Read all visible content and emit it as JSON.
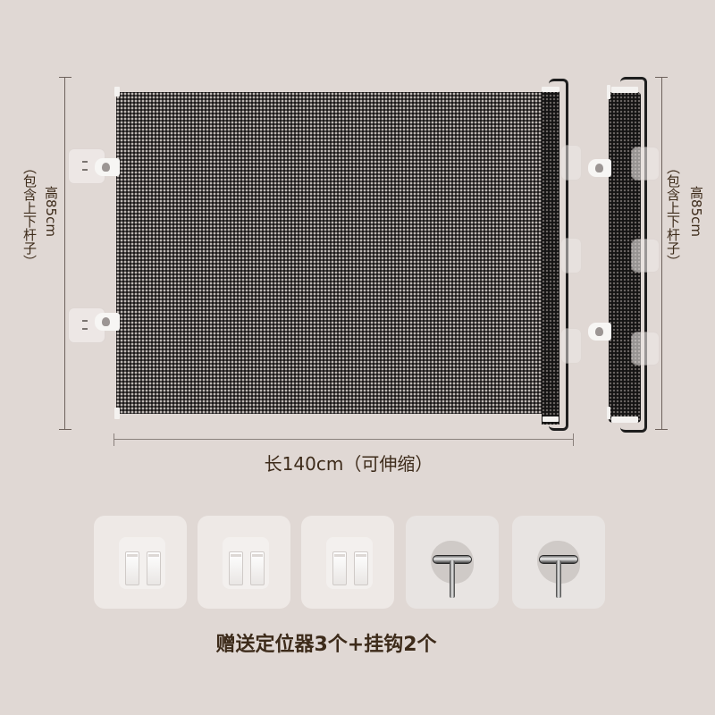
{
  "product": {
    "height_label_left": "高85cm（包含上下杆子）",
    "height_main_left": "高85cm",
    "height_note_left": "（包含上下杆子）",
    "height_main_right": "高85cm",
    "height_note_right": "（包含上下杆子）",
    "length_label": "长140cm（可伸缩）"
  },
  "accessories": {
    "caption": "赠送定位器3个+挂钩2个",
    "items": [
      {
        "type": "positioner",
        "icon": "positioner-clip-icon"
      },
      {
        "type": "positioner",
        "icon": "positioner-clip-icon"
      },
      {
        "type": "positioner",
        "icon": "positioner-clip-icon"
      },
      {
        "type": "hook",
        "icon": "adhesive-hook-icon"
      },
      {
        "type": "hook",
        "icon": "adhesive-hook-icon"
      }
    ]
  },
  "colors": {
    "background": "#e0d8d4",
    "text": "#3d2b1a",
    "mesh": "#1a1818",
    "frame": "#1e1e1e"
  }
}
